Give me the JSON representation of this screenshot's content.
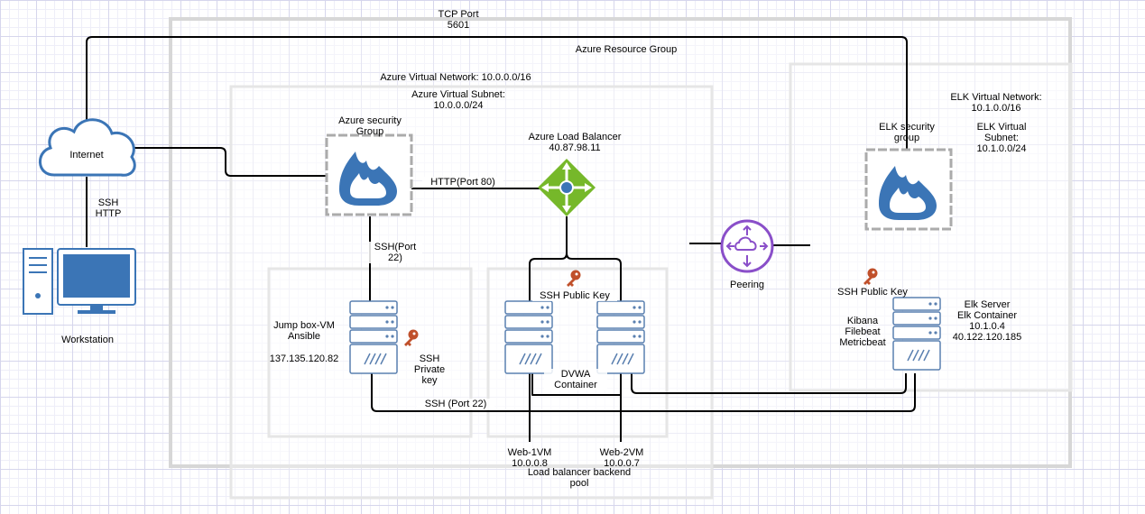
{
  "labels": {
    "tcp_port": "TCP Port\n5601",
    "resource_group": "Azure Resource Group",
    "vnet": "Azure Virtual Network: 10.0.0.0/16",
    "subnet": "Azure Virtual Subnet:\n10.0.0.0/24",
    "nsg": "Azure security\nGroup",
    "lb": "Azure Load Balancer\n40.87.98.11",
    "http_port": "HTTP(Port 80)",
    "ssh_port22_vertical": "SSH(Port\n22)",
    "internet": "Internet",
    "ssh_http": "SSH\nHTTP",
    "workstation": "Workstation",
    "jumpbox": "Jump box-VM\nAnsible",
    "jumpbox_ip": "137.135.120.82",
    "ssh_private_key": "SSH\nPrivate\nkey",
    "ssh_public_key_web": "SSH Public Key",
    "dvwa": "DVWA\nContainer",
    "ssh_port22_bottom": "SSH (Port 22)",
    "web1": "Web-1VM\n10.0.0.8",
    "web2": "Web-2VM\n10.0.0.7",
    "backend_pool": "Load balancer backend\npool",
    "peering": "Peering",
    "elk_nsg": "ELK security\ngroup",
    "elk_vnet": "ELK Virtual Network:\n10.1.0.0/16",
    "elk_subnet": "ELK Virtual\nSubnet:\n10.1.0.0/24",
    "ssh_public_key_elk": "SSH Public Key",
    "elk_tools": "Kibana\nFilebeat\nMetricbeat",
    "elk_server": "Elk Server\nElk Container\n10.1.0.4\n40.122.120.185"
  },
  "colors": {
    "azure_blue": "#3b75b6",
    "lb_green": "#76b82a",
    "peering_purple": "#8a4fc9",
    "key_orange": "#c0502b",
    "container_gray": "#d7d7d7",
    "server_gray": "#5a80b0"
  },
  "icons": {
    "cloud": "cloud-icon",
    "workstation": "computer-icon",
    "nsg": "firewall-icon",
    "lb": "load-balancer-icon",
    "server": "server-icon",
    "key": "key-icon",
    "peering": "peering-icon"
  }
}
